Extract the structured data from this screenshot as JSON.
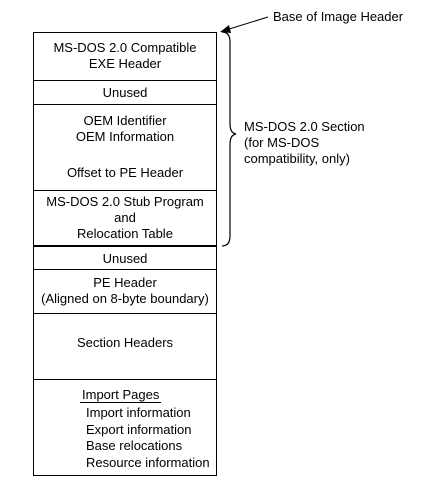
{
  "base_label": "Base of Image Header",
  "section_label": [
    "MS-DOS 2.0 Section",
    "(for MS-DOS",
    "compatibility, only)"
  ],
  "segments": {
    "exe_header": [
      "MS-DOS 2.0 Compatible",
      "EXE Header"
    ],
    "unused_1": "Unused",
    "oem": [
      "OEM Identifier",
      "OEM Information"
    ],
    "pe_offset": "Offset to PE Header",
    "stub": [
      "MS-DOS 2.0 Stub Program",
      "and",
      "Relocation Table"
    ],
    "unused_2": "Unused",
    "pe_header": [
      "PE Header",
      "(Aligned on 8-byte boundary)"
    ],
    "section_headers": "Section Headers",
    "import_pages": {
      "title": "Import Pages",
      "items": [
        "Import information",
        "Export information",
        "Base relocations",
        "Resource information"
      ]
    }
  }
}
